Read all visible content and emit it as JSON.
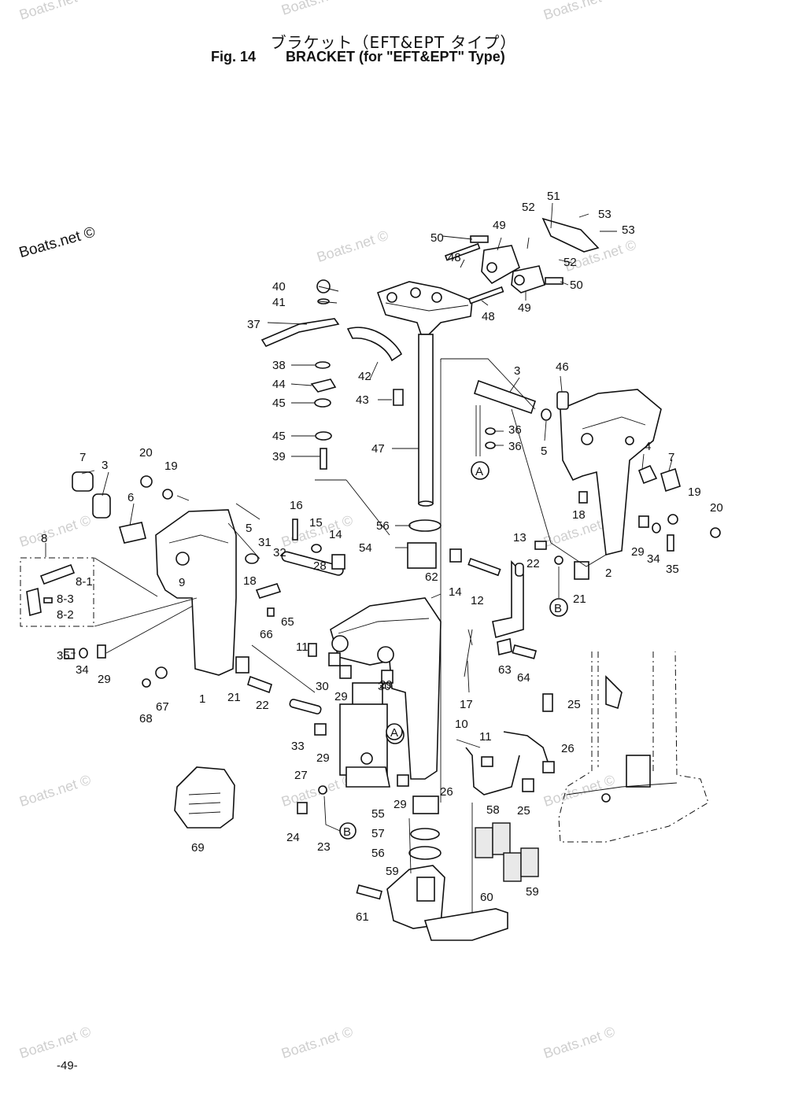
{
  "header": {
    "title_jp": "ブラケット（EFT&EPT タイプ）",
    "fig_label": "Fig. 14",
    "title_en": "BRACKET (for \"EFT&EPT\" Type)"
  },
  "brand": "Boats.net ©",
  "watermark": "Boats.net ©",
  "page_number": "-49-",
  "callouts": {
    "A": "A",
    "B": "B"
  },
  "part_labels": [
    "1",
    "2",
    "3",
    "4",
    "5",
    "6",
    "7",
    "8",
    "8-1",
    "8-2",
    "8-3",
    "9",
    "10",
    "11",
    "12",
    "13",
    "14",
    "15",
    "16",
    "17",
    "18",
    "19",
    "20",
    "21",
    "22",
    "23",
    "24",
    "25",
    "26",
    "27",
    "28",
    "29",
    "30",
    "31",
    "32",
    "33",
    "34",
    "35",
    "36",
    "37",
    "38",
    "39",
    "40",
    "41",
    "42",
    "43",
    "44",
    "45",
    "46",
    "47",
    "48",
    "49",
    "50",
    "51",
    "52",
    "53",
    "54",
    "55",
    "56",
    "57",
    "58",
    "59",
    "60",
    "61",
    "62",
    "63",
    "64",
    "65",
    "66",
    "67",
    "68",
    "69"
  ]
}
